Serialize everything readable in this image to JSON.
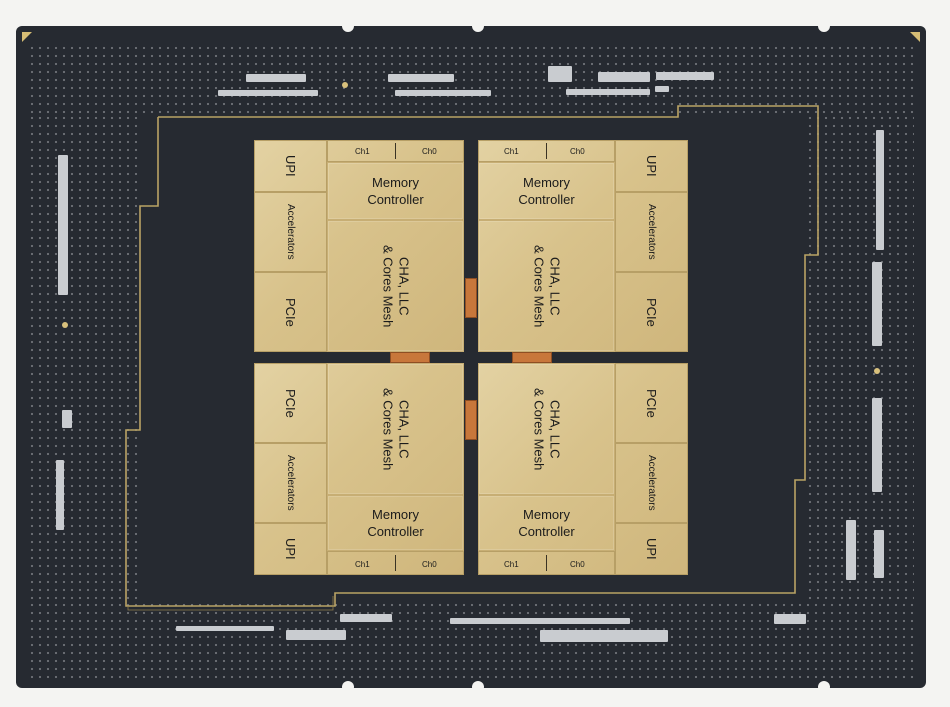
{
  "colors": {
    "background": "#f4f4f2",
    "substrate": "#262a31",
    "die_gold": "#d8c28b",
    "die_border": "#b79f66",
    "bridge": "#c8773b",
    "outline_gold": "#b9a364",
    "capacitor": "#c9ccd0"
  },
  "tiles": [
    {
      "upi": "UPI",
      "accelerators": "Accelerators",
      "pcie": "PCIe",
      "memory_controller": [
        "Memory",
        "Controller"
      ],
      "ch1": "Ch1",
      "ch0": "Ch0",
      "mesh": [
        "CHA, LLC",
        "& Cores Mesh"
      ]
    },
    {
      "upi": "UPI",
      "accelerators": "Accelerators",
      "pcie": "PCIe",
      "memory_controller": [
        "Memory",
        "Controller"
      ],
      "ch1": "Ch1",
      "ch0": "Ch0",
      "mesh": [
        "CHA, LLC",
        "& Cores Mesh"
      ]
    },
    {
      "upi": "UPI",
      "accelerators": "Accelerators",
      "pcie": "PCIe",
      "memory_controller": [
        "Memory",
        "Controller"
      ],
      "ch1": "Ch1",
      "ch0": "Ch0",
      "mesh": [
        "CHA, LLC",
        "& Cores Mesh"
      ]
    },
    {
      "upi": "UPI",
      "accelerators": "Accelerators",
      "pcie": "PCIe",
      "memory_controller": [
        "Memory",
        "Controller"
      ],
      "ch1": "Ch1",
      "ch0": "Ch0",
      "mesh": [
        "CHA, LLC",
        "& Cores Mesh"
      ]
    }
  ]
}
